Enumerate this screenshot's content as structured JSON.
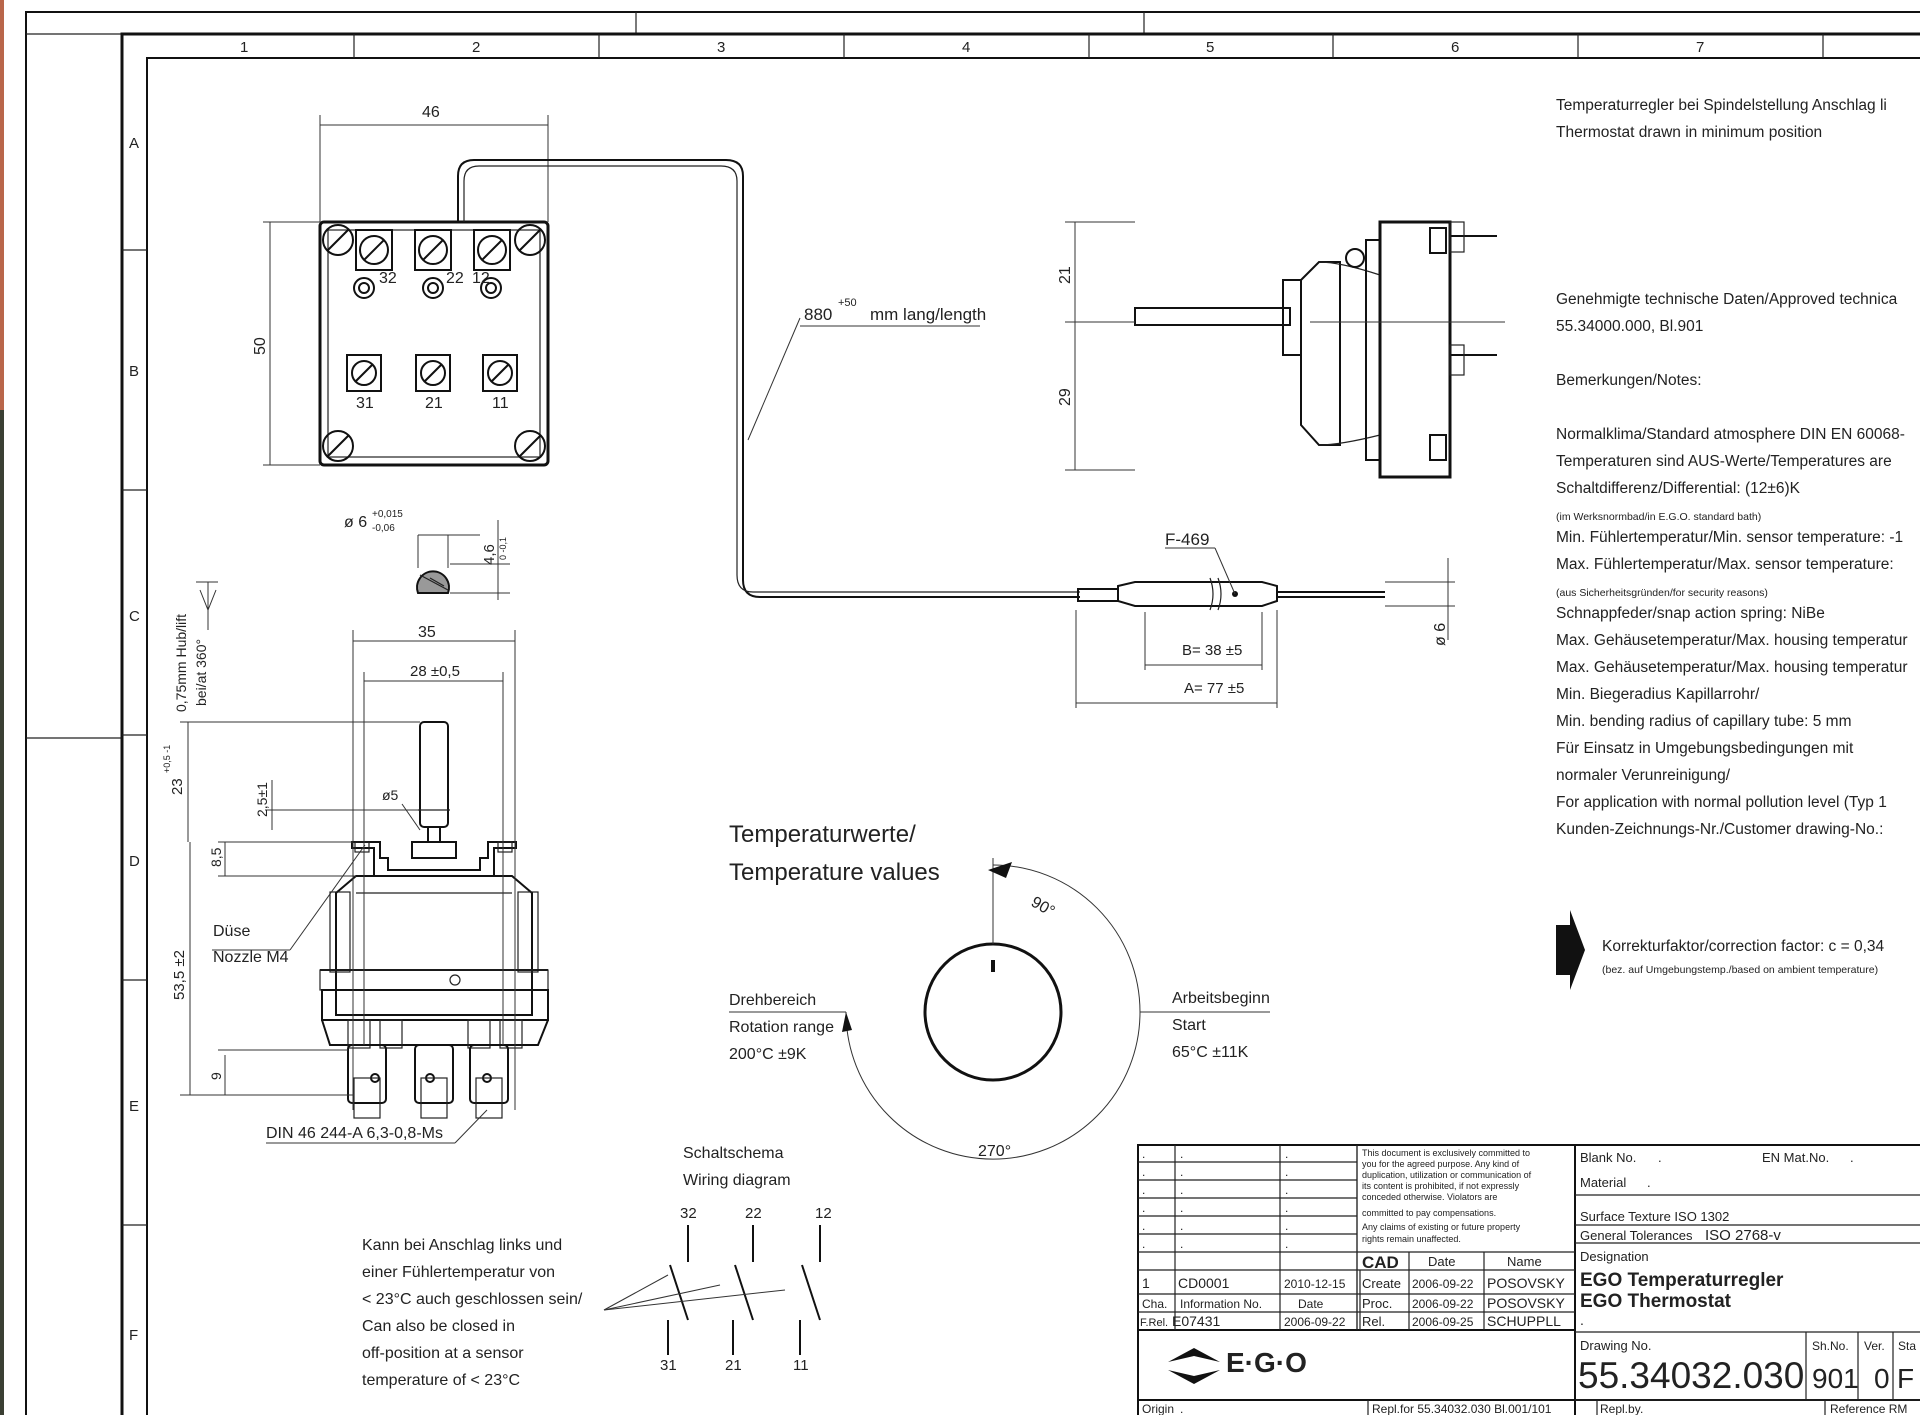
{
  "grid": {
    "columns": [
      "1",
      "2",
      "3",
      "4",
      "5",
      "6",
      "7"
    ],
    "rows": [
      "A",
      "B",
      "C",
      "D",
      "E",
      "F"
    ]
  },
  "notes": {
    "position_de": "Temperaturregler bei Spindelstellung Anschlag li",
    "position_en": "Thermostat drawn in minimum position",
    "approved": "Genehmigte technische Daten/Approved technica",
    "approved_ref": "55.34000.000, Bl.901",
    "remarks": "Bemerkungen/Notes:",
    "lines": [
      {
        "text": "Normalklima/Standard atmosphere DIN EN 60068-",
        "small": false
      },
      {
        "text": "Temperaturen sind AUS-Werte/Temperatures are",
        "small": false
      },
      {
        "text": "Schaltdifferenz/Differential: (12±6)K",
        "small": false
      },
      {
        "text": "(im Werksnormbad/in E.G.O. standard bath)",
        "small": true
      },
      {
        "text": "Min. Fühlertemperatur/Min. sensor temperature: -1",
        "small": false
      },
      {
        "text": "Max. Fühlertemperatur/Max. sensor temperature:",
        "small": false
      },
      {
        "text": "(aus Sicherheitsgründen/for security reasons)",
        "small": true
      },
      {
        "text": "Schnappfeder/snap action spring: NiBe",
        "small": false
      },
      {
        "text": "Max. Gehäusetemperatur/Max. housing temperatur",
        "small": false
      },
      {
        "text": "Max. Gehäusetemperatur/Max. housing temperatur",
        "small": false
      },
      {
        "text": "Min. Biegeradius Kapillarrohr/",
        "small": false
      },
      {
        "text": "Min. bending radius of capillary tube: 5 mm",
        "small": false
      },
      {
        "text": "Für Einsatz in Umgebungsbedingungen mit",
        "small": false
      },
      {
        "text": "normaler Verunreinigung/",
        "small": false
      },
      {
        "text": "For application with normal pollution level (Typ 1",
        "small": false
      },
      {
        "text": "Kunden-Zeichnungs-Nr./Customer drawing-No.:",
        "small": false
      }
    ],
    "correction": "Korrekturfaktor/correction factor: c = 0,34",
    "correction_note": "(bez. auf Umgebungstemp./based on ambient temperature)"
  },
  "dims": {
    "width46": "46",
    "height50": "50",
    "t32": "32",
    "t22": "22",
    "t12": "12",
    "t31": "31",
    "t21": "21",
    "t11": "11",
    "capillary": "880",
    "capillary_tol": "+50",
    "capillary_unit": "mm lang/length",
    "side21": "21",
    "side29": "29",
    "shaft_dia": "ø 6",
    "shaft_tol_up": "+0,015",
    "shaft_tol_dn": "-0,06",
    "flat": "4,6",
    "flat_tol": "0 -0,1",
    "d35": "35",
    "d28": "28 ±0,5",
    "lift1": "0,75mm Hub/lift",
    "lift2": "bei/at 360°",
    "d23": "23",
    "d23_tol": "+0,5 -1",
    "d25": "2,5±1",
    "d5": "ø5",
    "d85": "8,5",
    "d535": "53,5 ±2",
    "d9": "9",
    "nozzle_de": "Düse",
    "nozzle_en": "Nozzle M4",
    "din": "DIN 46 244-A 6,3-0,8-Ms",
    "f469": "F-469",
    "b38": "B= 38 ±5",
    "a77": "A= 77 ±5",
    "bulb_dia": "ø 6"
  },
  "temps": {
    "title1": "Temperaturwerte/",
    "title2": "Temperature values",
    "angle90": "90°",
    "angle270": "270°",
    "rot_de": "Drehbereich",
    "rot_en": "Rotation range",
    "rot_val": "200°C ±9K",
    "start_de": "Arbeitsbeginn",
    "start_en": "Start",
    "start_val": "65°C ±11K"
  },
  "wiring": {
    "title_de": "Schaltschema",
    "title_en": "Wiring diagram",
    "top": [
      "32",
      "22",
      "12"
    ],
    "bottom": [
      "31",
      "21",
      "11"
    ],
    "note": [
      "Kann bei Anschlag links und",
      "einer Fühlertemperatur von",
      "< 23°C auch geschlossen sein/",
      "Can also be closed in",
      "off-position at a sensor",
      "temperature of < 23°C"
    ]
  },
  "titleblock": {
    "dots": ".",
    "legal": [
      "This document is exclusively committed to",
      "you for the agreed purpose. Any kind of",
      "duplication, utilization or communication of",
      "its content is prohibited, if not expressly",
      "conceded otherwise. Violators are",
      "committed to pay compensations.",
      "Any claims of existing or future property",
      "rights remain unaffected."
    ],
    "cad": "CAD",
    "date_h": "Date",
    "name_h": "Name",
    "rev": "1",
    "cd": "CD0001",
    "cd_date": "2010-12-15",
    "create": "Create",
    "create_date": "2006-09-22",
    "create_name": "POSOVSKY",
    "cha": "Cha.",
    "info_no": "Information No.",
    "date2": "Date",
    "proc": "Proc.",
    "proc_date": "2006-09-22",
    "proc_name": "POSOVSKY",
    "frel": "F.Rel.",
    "e_no": "E07431",
    "e_date": "2006-09-22",
    "rel": "Rel.",
    "rel_date": "2006-09-25",
    "rel_name": "SCHUPPLL",
    "logo": "E·G·O",
    "blank_no": "Blank No.",
    "en_mat": "EN Mat.No.",
    "material": "Material",
    "surface": "Surface Texture ISO 1302",
    "tolerances": "General Tolerances",
    "iso": "ISO 2768-v",
    "designation": "Designation",
    "des1": "EGO Temperaturregler",
    "des2": "EGO Thermostat",
    "drawing_no_h": "Drawing No.",
    "drawing_no": "55.34032.030",
    "sh_no_h": "Sh.No.",
    "sh_no": "901",
    "ver_h": "Ver.",
    "ver": "0",
    "sta_h": "Sta",
    "sta": "F",
    "origin": "Origin",
    "repl_for": "Repl.for 55.34032.030 Bl.001/101",
    "repl_by": "Repl.by",
    "reference": "Reference RM"
  }
}
